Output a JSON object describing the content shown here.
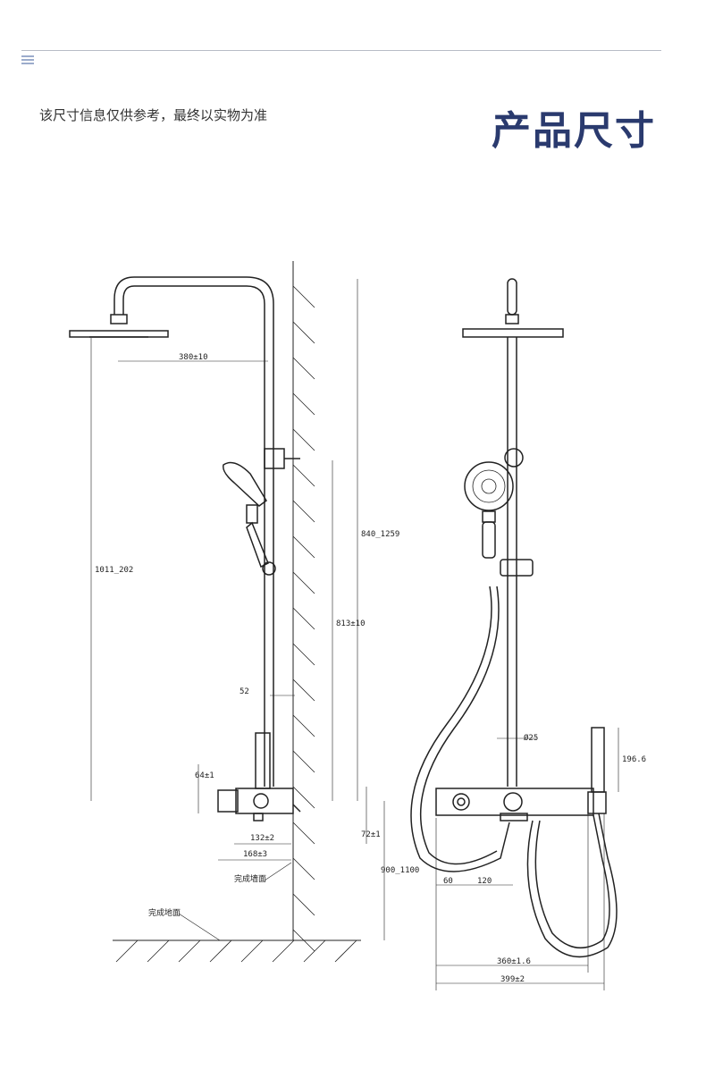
{
  "header": {
    "title": "产品尺寸",
    "subtitle": "该尺寸信息仅供参考，最终以实物为准"
  },
  "side_view": {
    "dims": {
      "arm_reach": "380±10",
      "total_height": "1011_202",
      "bar_height": "840_1259",
      "slider_height": "813±10",
      "offset": "52",
      "valve_h": "64±1",
      "valve_depth": "132±2",
      "valve_width": "168±3",
      "valve_gap": "72±1",
      "floor_height": "900_1100"
    },
    "labels": {
      "wall": "完成墙面",
      "floor": "完成地面"
    }
  },
  "front_view": {
    "dims": {
      "pipe_dia": "Ø25",
      "hand_h": "196.6",
      "left_gap": "60",
      "center_gap": "120",
      "width_inner": "360±1.6",
      "width_outer": "399±2"
    }
  }
}
